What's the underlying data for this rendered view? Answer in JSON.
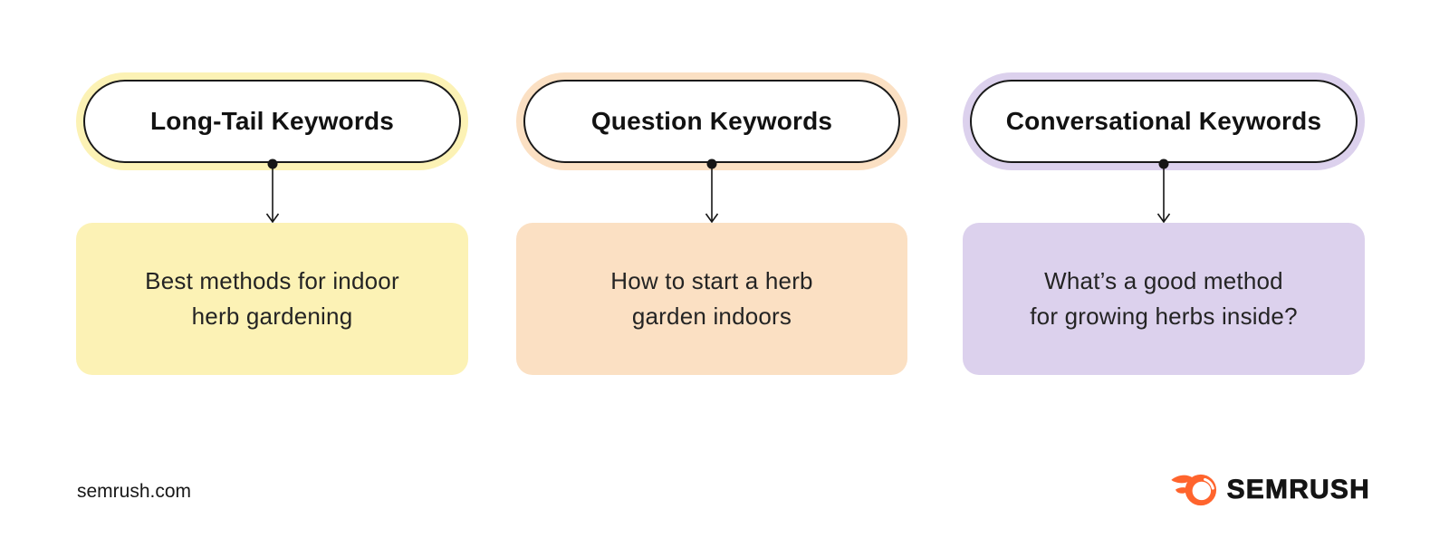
{
  "page": {
    "background": "#ffffff"
  },
  "brand": {
    "orange": "#ff642d",
    "ink": "#141414"
  },
  "columns": [
    {
      "id": "long-tail-keywords",
      "title": "Long-Tail Keywords",
      "accent": "#fcf2b5",
      "example_lines": [
        "Best methods for indoor",
        "herb gardening"
      ]
    },
    {
      "id": "question-keywords",
      "title": "Question Keywords",
      "accent": "#fbe0c3",
      "example_lines": [
        "How to start a herb",
        "garden indoors"
      ]
    },
    {
      "id": "conversational-keywords",
      "title": "Conversational Keywords",
      "accent": "#dcd1ed",
      "example_lines": [
        "What’s a good method",
        "for growing herbs inside?"
      ]
    }
  ],
  "footer": {
    "site": "semrush.com",
    "logo_text": "SEMRUSH"
  }
}
